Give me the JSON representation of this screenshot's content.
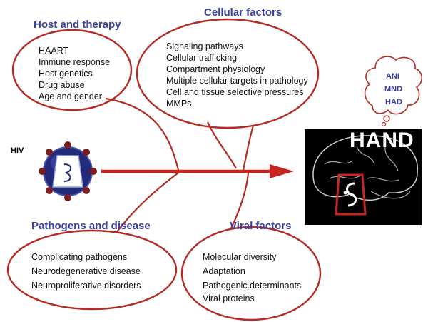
{
  "title": "",
  "hiv_label": "HIV",
  "host": {
    "heading": "Host and therapy",
    "items": [
      "HAART",
      "Immune response",
      "Host genetics",
      "Drug abuse",
      "Age and gender"
    ]
  },
  "cellular": {
    "heading": "Cellular factors",
    "items": [
      "Signaling pathways",
      "Cellular trafficking",
      "Compartment physiology",
      "Multiple cellular targets in pathology",
      "Cell and tissue selective pressures",
      "MMPs"
    ]
  },
  "pathogens": {
    "heading": "Pathogens and disease",
    "items": [
      "Complicating pathogens",
      "Neurodegenerative disease",
      "Neuroproliferative disorders"
    ]
  },
  "viral": {
    "heading": "Viral factors",
    "items": [
      "Molecular diversity",
      "Adaptation",
      "Pathogenic determinants",
      "Viral proteins"
    ]
  },
  "outcome": {
    "label": "HAND",
    "subtypes": [
      "ANI",
      "MND",
      "HAD"
    ]
  },
  "colors": {
    "heading": "#3a3fa0",
    "outline": "#b52a22",
    "arrow": "#c8251f",
    "virus_body": "#232a78",
    "virus_knob": "#7a1e1e",
    "brain_bg": "#000000"
  }
}
